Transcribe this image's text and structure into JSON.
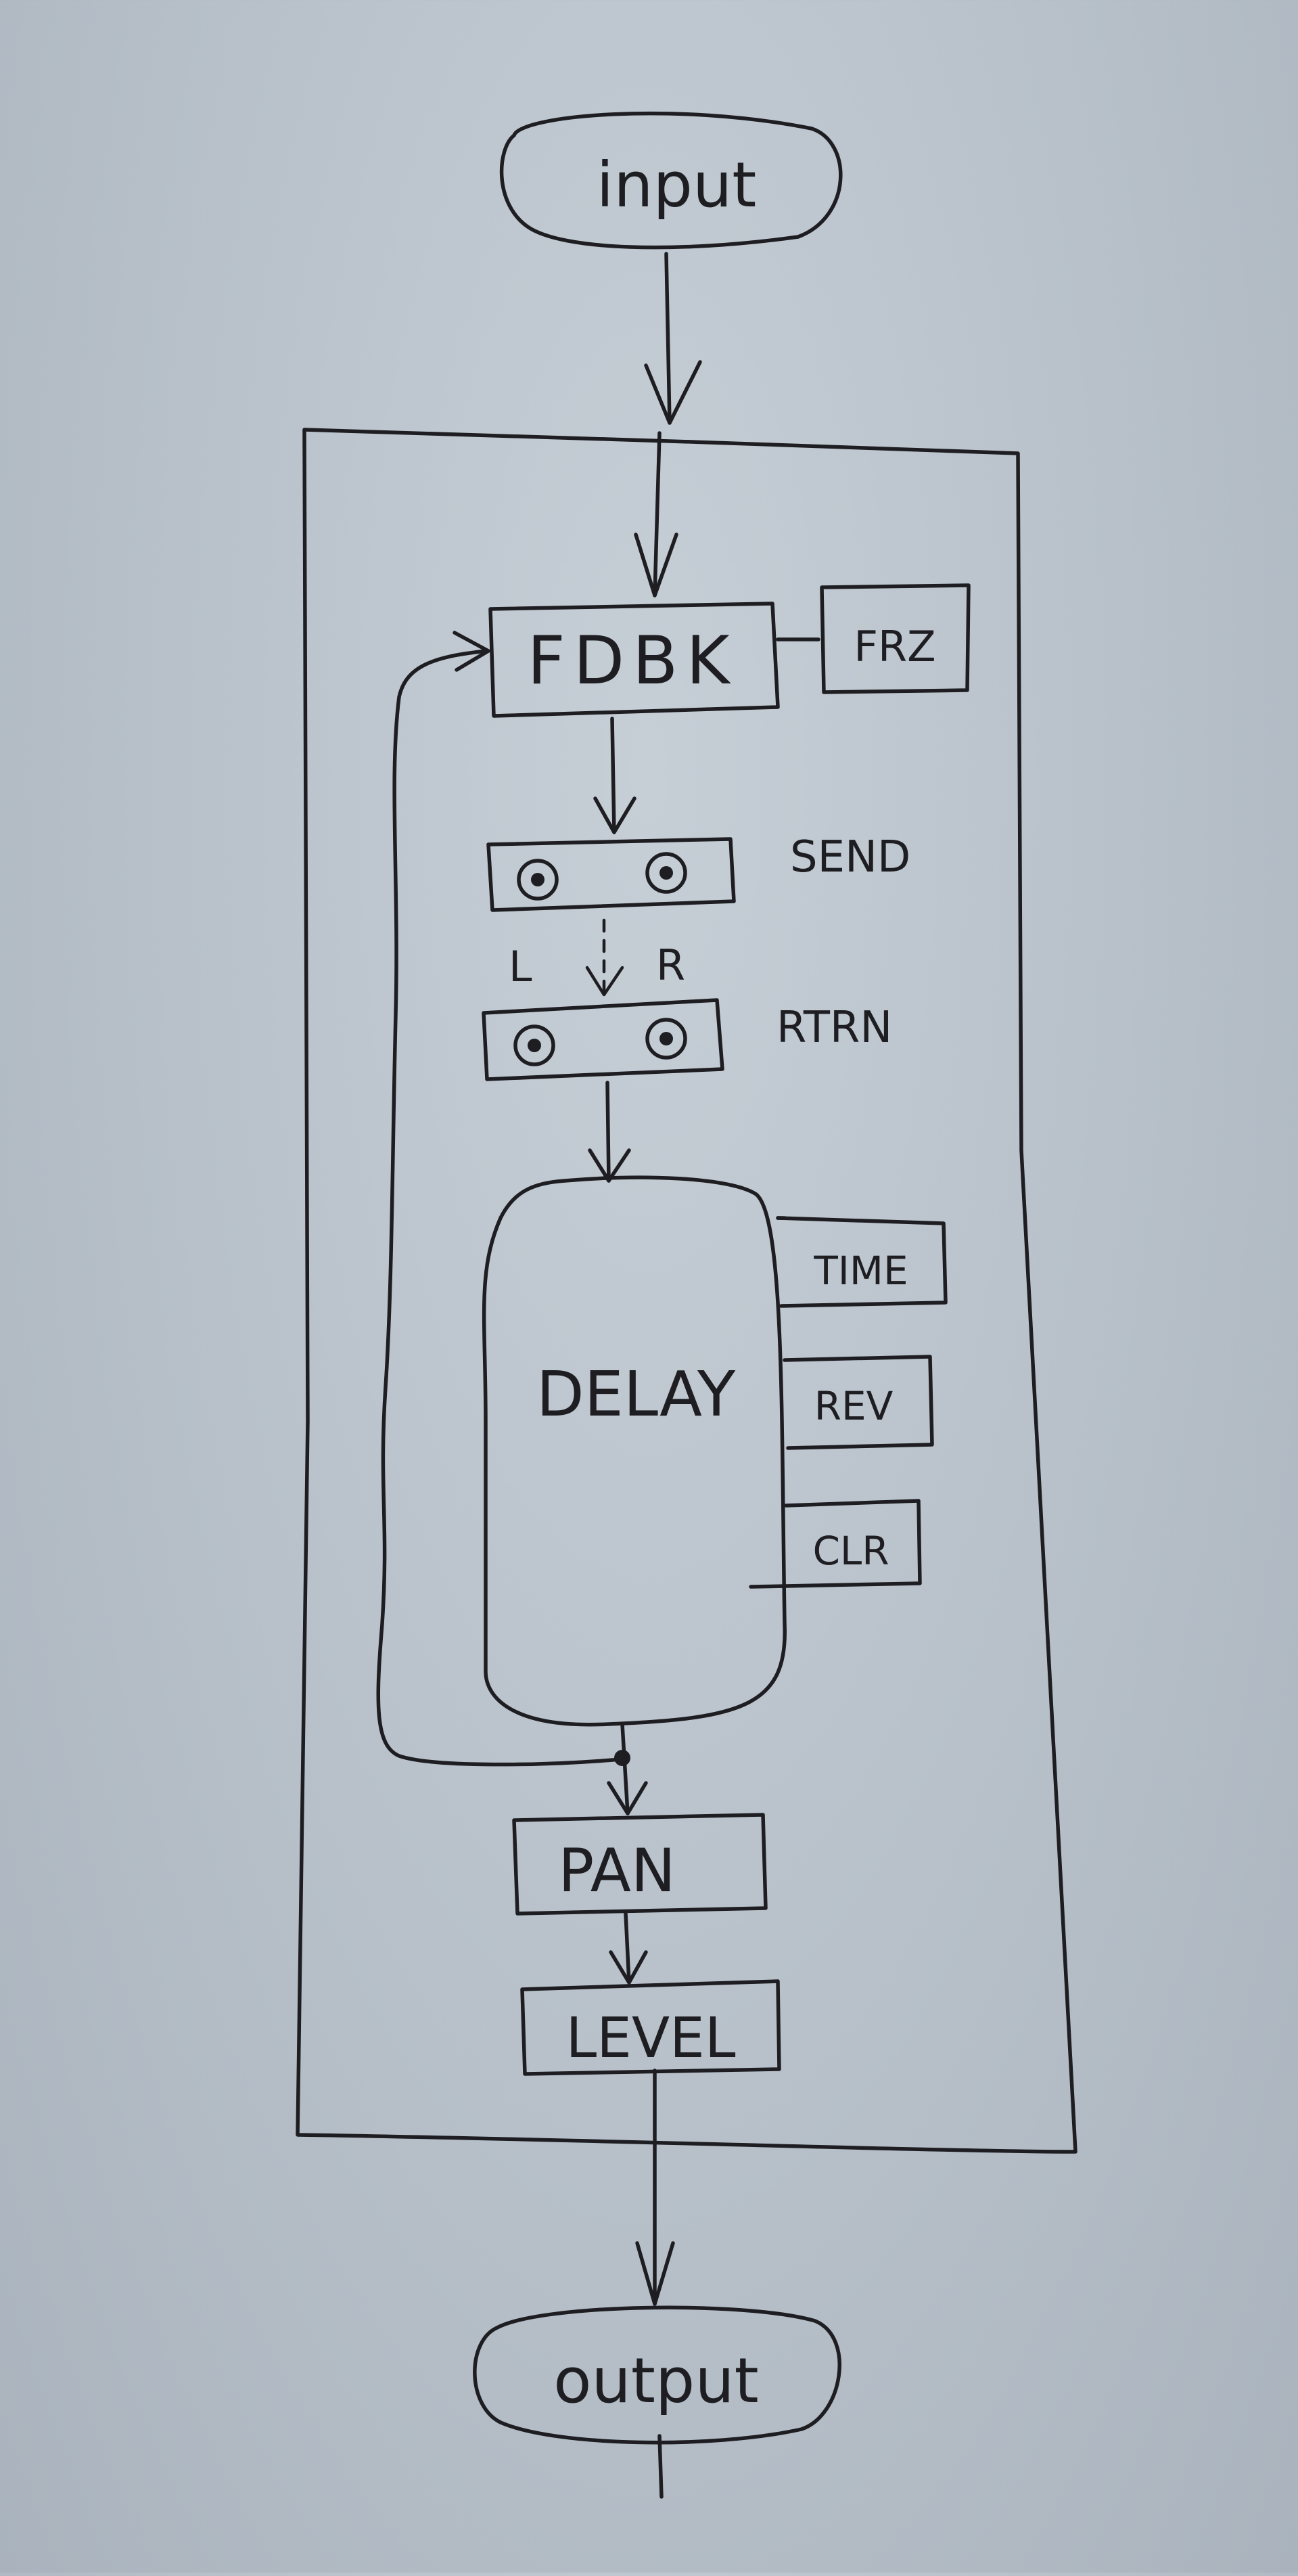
{
  "diagram": {
    "input_label": "input",
    "output_label": "output",
    "fdbk_label": "FDBK",
    "frz_label": "FRZ",
    "send_label": "SEND",
    "rtrn_label": "RTRN",
    "left_label": "L",
    "right_label": "R",
    "delay_label": "DELAY",
    "time_label": "TIME",
    "rev_label": "REV",
    "clr_label": "CLR",
    "pan_label": "PAN",
    "level_label": "LEVEL"
  },
  "colors": {
    "paper": "#b9c2cb",
    "ink": "#1e1e22"
  }
}
